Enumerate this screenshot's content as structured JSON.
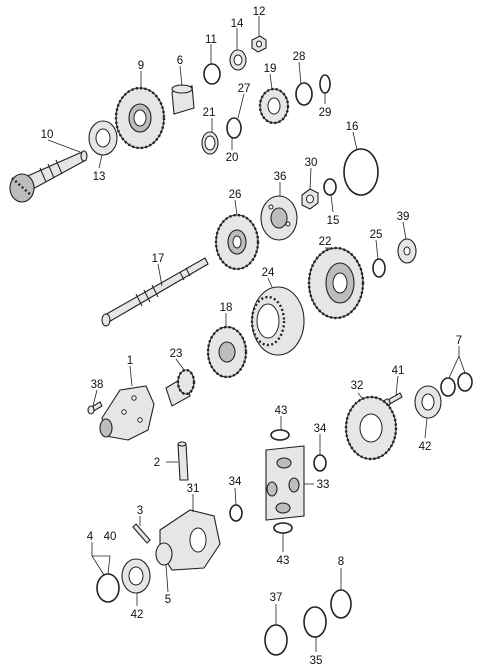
{
  "part_numbers": {
    "p1": "1",
    "p2": "2",
    "p3": "3",
    "p4": "4",
    "p5": "5",
    "p6": "6",
    "p7": "7",
    "p8": "8",
    "p9": "9",
    "p10": "10",
    "p11": "11",
    "p12": "12",
    "p13": "13",
    "p14": "14",
    "p15": "15",
    "p16": "16",
    "p17": "17",
    "p18": "18",
    "p19": "19",
    "p20": "20",
    "p21": "21",
    "p22": "22",
    "p23": "23",
    "p24": "24",
    "p25": "25",
    "p26": "26",
    "p27": "27",
    "p28": "28",
    "p29": "29",
    "p30": "30",
    "p31": "31",
    "p32": "32",
    "p33": "33",
    "p34": "34",
    "p35": "35",
    "p36": "36",
    "p37": "37",
    "p38": "38",
    "p39": "39",
    "p40": "40",
    "p41": "41",
    "p42": "42",
    "p43": "43"
  }
}
